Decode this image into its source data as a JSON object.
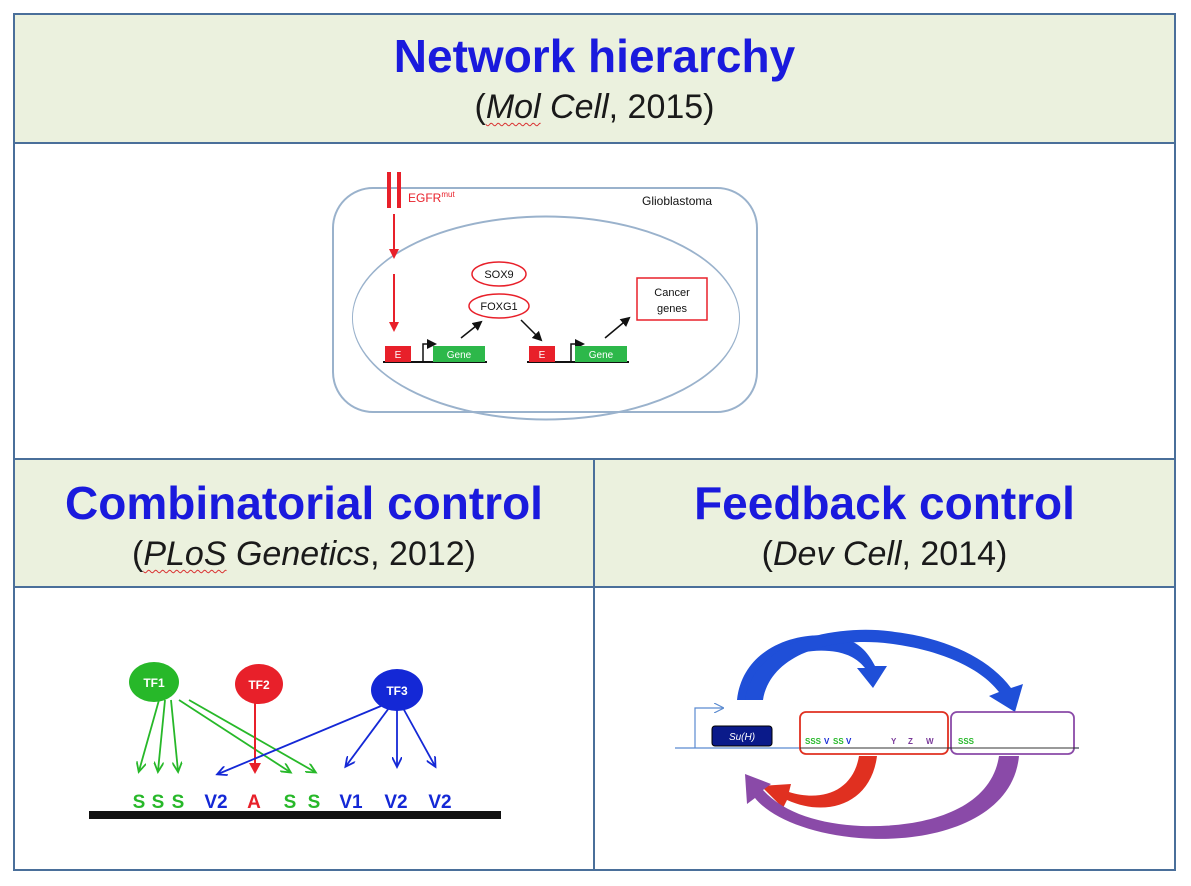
{
  "sections": {
    "top": {
      "title": "Network hierarchy",
      "cite_open": "(",
      "cite_journal_a": "Mol",
      "cite_journal_b": " Cell",
      "cite_rest": ", 2015)"
    },
    "left": {
      "title": "Combinatorial control",
      "cite_open": "(",
      "cite_journal_a": "PLoS",
      "cite_journal_b": " Genetics",
      "cite_rest": ", 2012)"
    },
    "right": {
      "title": "Feedback control",
      "cite_open": "(",
      "cite_journal_a": "Dev Cell",
      "cite_rest": ", 2014)"
    }
  },
  "hierarchy_diagram": {
    "receptor_label": "EGFR",
    "receptor_sup": "mut",
    "context_label": "Glioblastoma",
    "tf_labels": [
      "SOX9",
      "FOXG1"
    ],
    "enhancer_label": "E",
    "gene_label": "Gene",
    "target_label_line1": "Cancer",
    "target_label_line2": "genes",
    "colors": {
      "red": "#e8202a",
      "green": "#2db84a",
      "cell_border": "#9ab2cc"
    }
  },
  "combinatorial_diagram": {
    "tfs": [
      {
        "label": "TF1",
        "color": "#27b829"
      },
      {
        "label": "TF2",
        "color": "#e8202a"
      },
      {
        "label": "TF3",
        "color": "#1428d6"
      }
    ],
    "sites": [
      {
        "label": "S",
        "color": "#27b829"
      },
      {
        "label": "S",
        "color": "#27b829"
      },
      {
        "label": "S",
        "color": "#27b829"
      },
      {
        "label": "V2",
        "color": "#1428d6"
      },
      {
        "label": "A",
        "color": "#e8202a"
      },
      {
        "label": "S",
        "color": "#27b829"
      },
      {
        "label": "S",
        "color": "#27b829"
      },
      {
        "label": "V1",
        "color": "#1428d6"
      },
      {
        "label": "V2",
        "color": "#1428d6"
      },
      {
        "label": "V2",
        "color": "#1428d6"
      }
    ]
  },
  "feedback_diagram": {
    "promoter_label": "Su(H)",
    "box1_labels": [
      {
        "label": "SSS",
        "color": "#27b829"
      },
      {
        "label": "V",
        "color": "#1428d6"
      },
      {
        "label": "SS",
        "color": "#27b829"
      },
      {
        "label": "V",
        "color": "#1428d6"
      },
      {
        "label": "Y",
        "color": "#7a3a9a"
      },
      {
        "label": "Z",
        "color": "#7a3a9a"
      },
      {
        "label": "W",
        "color": "#7a3a9a"
      }
    ],
    "box2_label": "SSS",
    "colors": {
      "blue": "#1f4fd8",
      "red": "#e03020",
      "purple": "#8a4aa8"
    }
  }
}
